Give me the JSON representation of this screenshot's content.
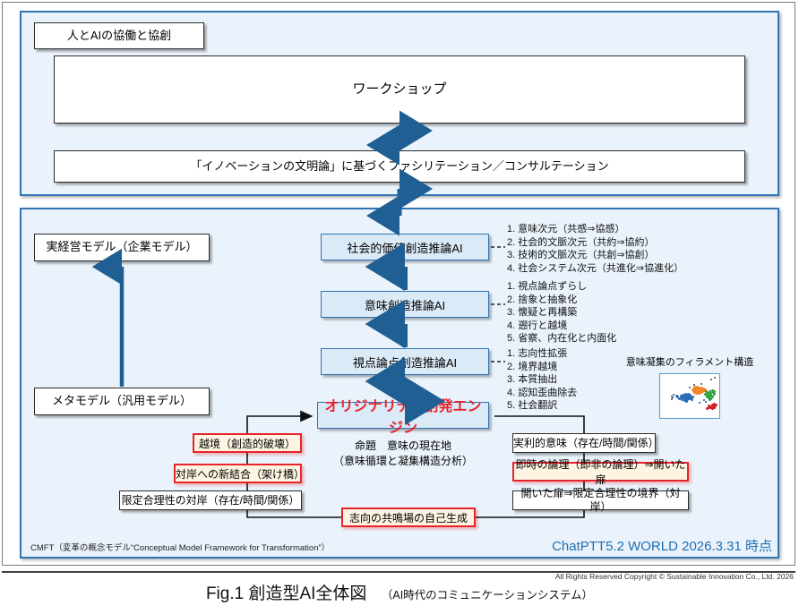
{
  "figure": {
    "caption_main": "Fig.1 創造型AI全体図",
    "caption_sub": "（AI時代のコミュニケーションシステム）",
    "copyright": "All Rights Reserved Copyright ©  Sustainable Innovation Co., Ltd.  2026"
  },
  "top_panel": {
    "tag_label": "人とAIの協働と協創",
    "workshop_label": "ワークショップ",
    "facilitation_label": "「イノベーションの文明論」に基づくファシリテーション／コンサルテーション"
  },
  "bottom_panel": {
    "left_column": {
      "real_model": "実経営モデル（企業モデル）",
      "meta_model": "メタモデル（汎用モデル）"
    },
    "ai_stack": [
      {
        "label": "社会的価値創造推論AI"
      },
      {
        "label": "意味創造推論AI"
      },
      {
        "label": "視点論点創造推論AI"
      }
    ],
    "engine": {
      "label": "オリジナリティ創発エンジン",
      "proposition_line1": "命題　意味の現在地",
      "proposition_line2": "（意味循環と凝集構造分析）"
    },
    "dimension_lists": [
      {
        "for": "社会的価値創造推論AI",
        "items": [
          "1.  意味次元（共感⇒協感）",
          "2.  社会的文脈次元（共約⇒協約）",
          "3.  技術的文脈次元（共創⇒協創）",
          "4.  社会システム次元（共進化⇒協進化）"
        ]
      },
      {
        "for": "意味創造推論AI",
        "items": [
          "1.  視点論点ずらし",
          "2.  捨象と抽象化",
          "3.  懐疑と再構築",
          "4.  遡行と越境",
          "5.  省察、内在化と内面化"
        ]
      },
      {
        "for": "視点論点創造推論AI",
        "items": [
          "1.  志向性拡張",
          "2.  境界越境",
          "3.  本質抽出",
          "4.  認知歪曲除去",
          "5.  社会翻訳"
        ]
      }
    ],
    "left_flow": [
      {
        "label": "越境（創造的破壊）",
        "style": "red"
      },
      {
        "label": "対岸への新結合（架け橋）",
        "style": "red"
      },
      {
        "label": "限定合理性の対岸（存在/時間/関係）",
        "style": "white"
      }
    ],
    "right_flow": [
      {
        "label": "実利的意味（存在/時間/関係）",
        "style": "white"
      },
      {
        "label": "即時の論理（即非の論理）⇒開いた扉",
        "style": "red"
      },
      {
        "label": "開いた扉⇒限定合理性の境界（対岸）",
        "style": "white"
      }
    ],
    "bottom_loop": {
      "label": "志向の共鳴場の自己生成",
      "style": "red"
    },
    "scatter": {
      "title": "意味凝集のフィラメント構造",
      "type": "scatter",
      "clusters": [
        {
          "name": "blue",
          "color": "#2a6db5",
          "points": [
            [
              38,
              52
            ],
            [
              41,
              50
            ],
            [
              43,
              53
            ],
            [
              40,
              55
            ],
            [
              44,
              49
            ],
            [
              46,
              52
            ],
            [
              42,
              57
            ],
            [
              45,
              55
            ],
            [
              39,
              48
            ],
            [
              47,
              50
            ],
            [
              44,
              58
            ],
            [
              48,
              53
            ],
            [
              36,
              54
            ],
            [
              43,
              46
            ],
            [
              49,
              56
            ],
            [
              50,
              51
            ],
            [
              46,
              58
            ],
            [
              41,
              60
            ],
            [
              52,
              54
            ],
            [
              35,
              50
            ],
            [
              33,
              56
            ],
            [
              51,
              48
            ],
            [
              53,
              57
            ],
            [
              37,
              58
            ],
            [
              48,
              46
            ],
            [
              30,
              53
            ],
            [
              28,
              49
            ],
            [
              55,
              52
            ],
            [
              54,
              59
            ],
            [
              45,
              62
            ]
          ]
        },
        {
          "name": "orange",
          "color": "#f28523",
          "points": [
            [
              58,
              34
            ],
            [
              61,
              32
            ],
            [
              63,
              35
            ],
            [
              60,
              37
            ],
            [
              65,
              33
            ],
            [
              67,
              36
            ],
            [
              62,
              39
            ],
            [
              66,
              31
            ],
            [
              69,
              34
            ],
            [
              71,
              37
            ],
            [
              64,
              41
            ],
            [
              68,
              39
            ],
            [
              57,
              38
            ],
            [
              70,
              32
            ],
            [
              73,
              36
            ],
            [
              59,
              41
            ],
            [
              72,
              40
            ],
            [
              66,
              43
            ],
            [
              74,
              33
            ],
            [
              56,
              36
            ],
            [
              75,
              38
            ],
            [
              63,
              29
            ],
            [
              69,
              42
            ],
            [
              61,
              44
            ],
            [
              76,
              35
            ],
            [
              58,
              30
            ]
          ]
        },
        {
          "name": "green",
          "color": "#2e9e3e",
          "points": [
            [
              78,
              40
            ],
            [
              81,
              44
            ],
            [
              84,
              39
            ],
            [
              79,
              47
            ],
            [
              86,
              43
            ],
            [
              82,
              50
            ],
            [
              88,
              38
            ],
            [
              85,
              47
            ],
            [
              90,
              42
            ],
            [
              80,
              52
            ],
            [
              87,
              50
            ],
            [
              83,
              55
            ],
            [
              91,
              46
            ],
            [
              89,
              53
            ],
            [
              77,
              45
            ],
            [
              92,
              40
            ],
            [
              84,
              58
            ],
            [
              86,
              56
            ]
          ]
        },
        {
          "name": "red",
          "color": "#d02028",
          "points": [
            [
              82,
              72
            ],
            [
              85,
              74
            ],
            [
              88,
              71
            ],
            [
              90,
              75
            ],
            [
              93,
              73
            ],
            [
              86,
              77
            ],
            [
              91,
              69
            ],
            [
              83,
              76
            ],
            [
              89,
              78
            ],
            [
              94,
              70
            ],
            [
              80,
              79
            ],
            [
              92,
              77
            ]
          ]
        },
        {
          "name": "darkblue-outliers",
          "color": "#1f4e79",
          "points": [
            [
              86,
              12
            ],
            [
              92,
              9
            ],
            [
              70,
              22
            ],
            [
              58,
              25
            ],
            [
              22,
              46
            ],
            [
              20,
              50
            ],
            [
              21,
              54
            ],
            [
              19,
              58
            ],
            [
              50,
              30
            ],
            [
              74,
              60
            ],
            [
              78,
              64
            ],
            [
              66,
              66
            ]
          ]
        }
      ]
    },
    "footer_note": "CMFT（変革の概念モデル“Conceptual Model Framework for Transformation”）",
    "version_label": "ChatPTT5.2 WORLD 2026.3.31 時点"
  },
  "colors": {
    "panel_bg": "#eaf3fb",
    "panel_border": "#2e75b6",
    "accent_blue": "#1f6fb2",
    "accent_red": "#e8232a",
    "cream": "#fdf5e2"
  }
}
